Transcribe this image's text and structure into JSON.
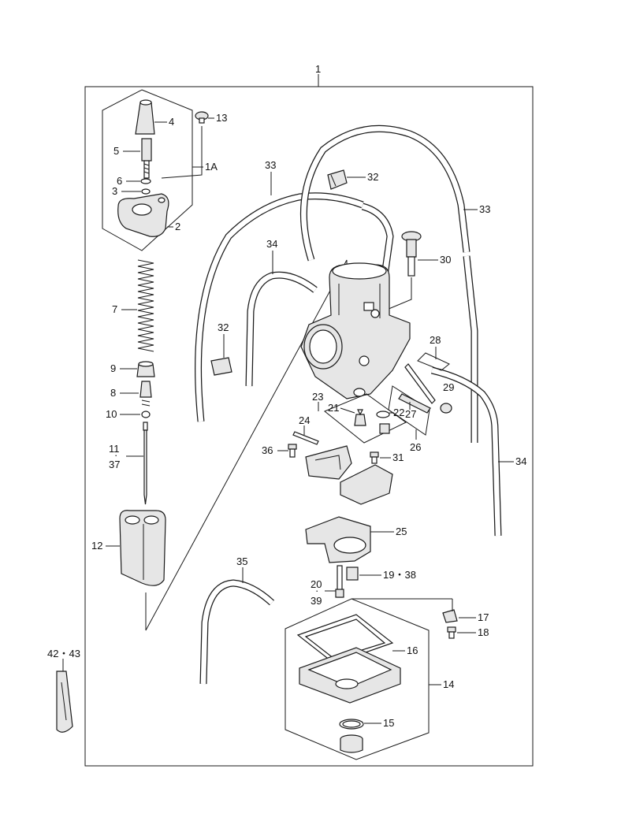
{
  "diagram": {
    "callouts": {
      "c1": "1",
      "c1a": "1A",
      "c2": "2",
      "c3": "3",
      "c4": "4",
      "c5": "5",
      "c6": "6",
      "c7": "7",
      "c8": "8",
      "c9": "9",
      "c10": "10",
      "c11": "11",
      "c37": "37",
      "c12": "12",
      "c13": "13",
      "c14": "14",
      "c15": "15",
      "c16": "16",
      "c17": "17",
      "c18": "18",
      "c19_38": "19・38",
      "c20": "20",
      "c39": "39",
      "c21": "21",
      "c22": "22",
      "c23": "23",
      "c24": "24",
      "c25": "25",
      "c26": "26",
      "c27": "27",
      "c28": "28",
      "c29": "29",
      "c30": "30",
      "c31": "31",
      "c32_top": "32",
      "c32_left": "32",
      "c33_top": "33",
      "c33_right": "33",
      "c34_top": "34",
      "c34_right": "34",
      "c35": "35",
      "c36": "36",
      "c42_43": "42・43"
    }
  }
}
